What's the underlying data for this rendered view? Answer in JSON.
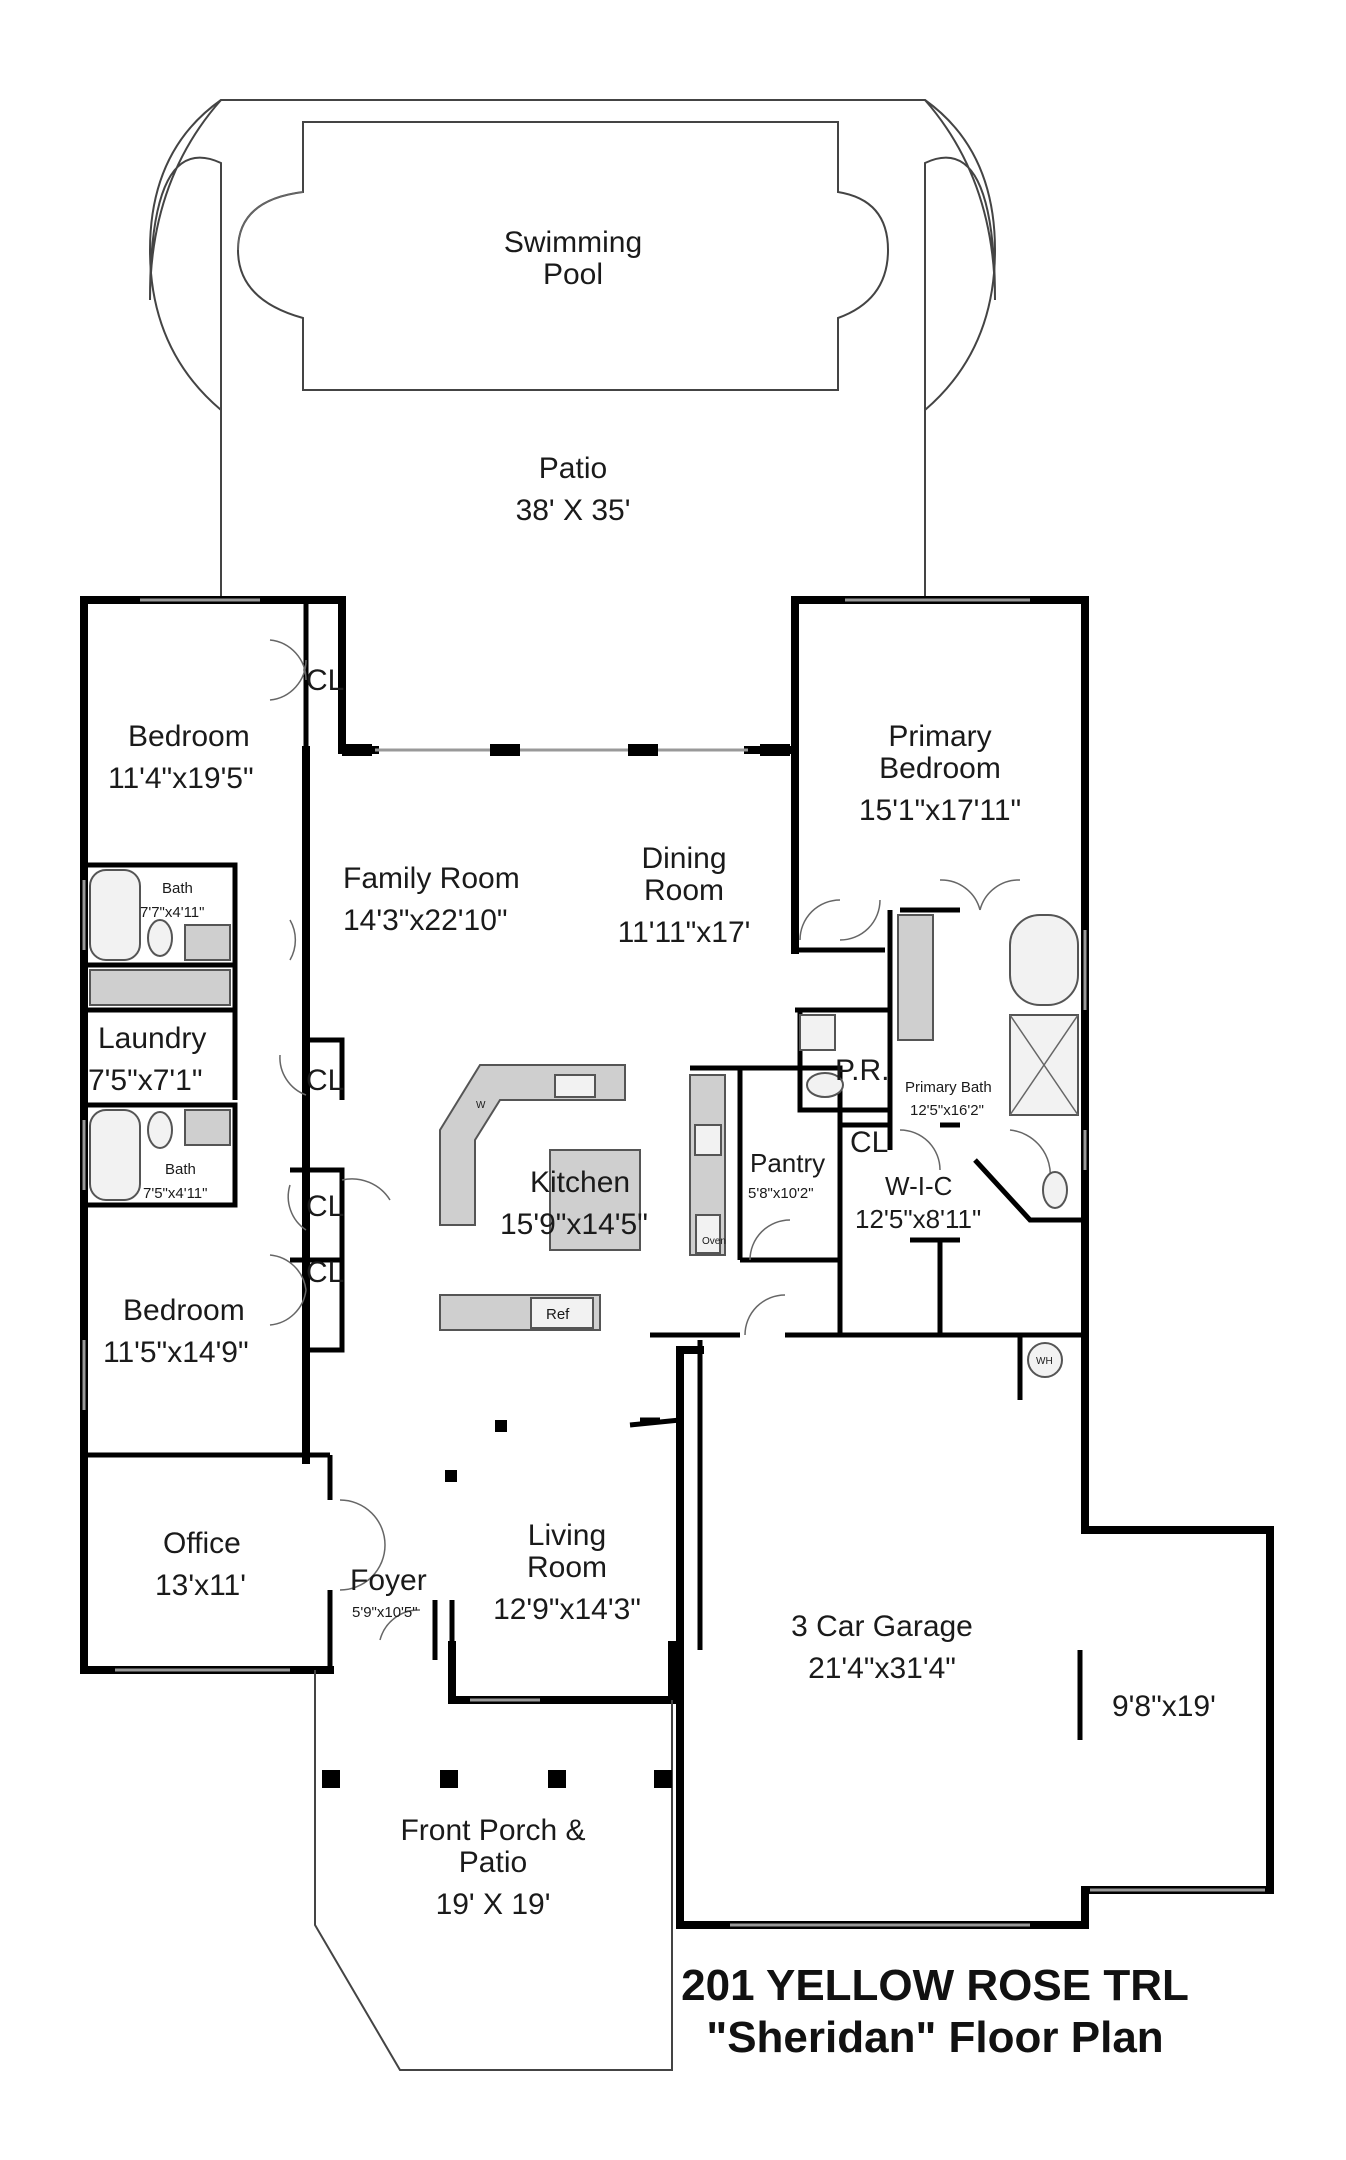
{
  "rooms": {
    "pool": {
      "line1": "Swimming",
      "line2": "Pool"
    },
    "patio": {
      "name": "Patio",
      "size": "38' X 35'"
    },
    "bedroom_nw": {
      "name": "Bedroom",
      "size": "11'4\"x19'5\""
    },
    "cl_nw": "CL",
    "bath_1": {
      "name": "Bath",
      "size": "7'7\"x4'11\""
    },
    "laundry": {
      "name": "Laundry",
      "size": "7'5\"x7'1\""
    },
    "cl_laundry": "CL",
    "bath_2": {
      "name": "Bath",
      "size": "7'5\"x4'11\""
    },
    "cl_hall_1": "CL",
    "cl_hall_2": "CL",
    "bedroom_sw": {
      "name": "Bedroom",
      "size": "11'5\"x14'9\""
    },
    "office": {
      "name": "Office",
      "size": "13'x11'"
    },
    "family_room": {
      "name": "Family Room",
      "size": "14'3\"x22'10\""
    },
    "dining_room": {
      "line1": "Dining",
      "line2": "Room",
      "size": "11'11\"x17'"
    },
    "kitchen": {
      "name": "Kitchen",
      "size": "15'9\"x14'5\""
    },
    "pantry": {
      "name": "Pantry",
      "size": "5'8\"x10'2\""
    },
    "powder_room": "P.R.",
    "primary_bedroom": {
      "line1": "Primary",
      "line2": "Bedroom",
      "size": "15'1\"x17'11\""
    },
    "primary_bath": {
      "name": "Primary Bath",
      "size": "12'5\"x16'2\""
    },
    "cl_primary": "CL",
    "wic": {
      "name": "W-I-C",
      "size": "12'5\"x8'11\""
    },
    "foyer": {
      "name": "Foyer",
      "size": "5'9\"x10'5\""
    },
    "living_room": {
      "line1": "Living",
      "line2": "Room",
      "size": "12'9\"x14'3\""
    },
    "garage": {
      "name": "3 Car Garage",
      "size": "21'4\"x31'4\""
    },
    "garage_bay": {
      "size": "9'8\"x19'"
    },
    "front_porch": {
      "line1": "Front Porch &",
      "line2": "Patio",
      "size": "19' X 19'"
    }
  },
  "appliances": {
    "fridge": "Ref",
    "oven": "Oven",
    "water_heater": "WH",
    "washer": "W"
  },
  "title": {
    "line1": "201 YELLOW ROSE TRL",
    "line2": "\"Sheridan\" Floor Plan"
  }
}
